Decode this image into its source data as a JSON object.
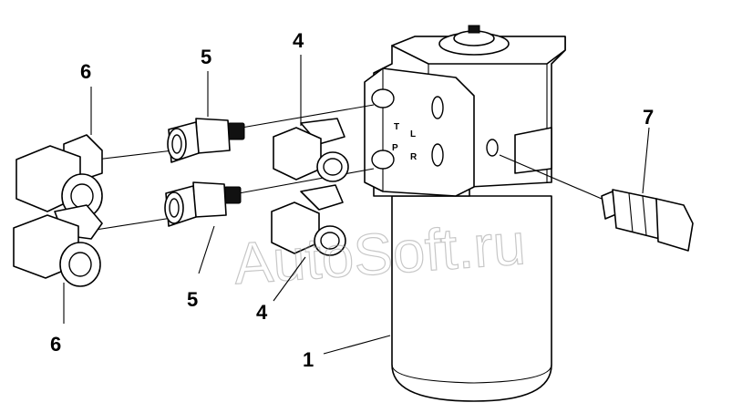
{
  "watermark": "AutoSoft.ru",
  "callouts": {
    "c1": "1",
    "c4_top": "4",
    "c4_bottom": "4",
    "c5_top": "5",
    "c5_bottom": "5",
    "c6_top": "6",
    "c6_bottom": "6",
    "c7": "7"
  },
  "port_labels": {
    "t": "T",
    "l": "L",
    "p": "P",
    "r": "R"
  }
}
